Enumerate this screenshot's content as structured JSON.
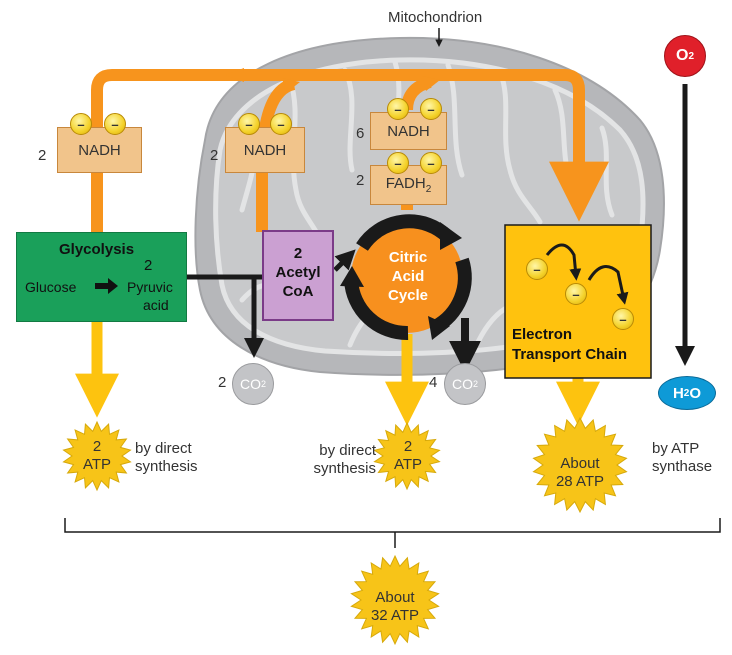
{
  "title": "Mitochondrion",
  "glycolysis": {
    "title": "Glycolysis",
    "count": "2",
    "glucose": "Glucose",
    "pyruvic_line1": "Pyruvic",
    "pyruvic_line2": "acid"
  },
  "acetyl_coa": {
    "line1": "2",
    "line2": "Acetyl",
    "line3": "CoA"
  },
  "citric_acid_cycle": {
    "line1": "Citric",
    "line2": "Acid",
    "line3": "Cycle"
  },
  "etc": {
    "line1": "Electron",
    "line2": "Transport Chain"
  },
  "carriers": [
    {
      "count": "2",
      "label": "NADH"
    },
    {
      "count": "2",
      "label": "NADH"
    },
    {
      "count": "6",
      "label": "NADH"
    },
    {
      "count": "2",
      "label": "FADH",
      "subscript": "2"
    }
  ],
  "electron_symbol": "–",
  "co2": [
    {
      "count": "2",
      "label": "CO",
      "subscript": "2"
    },
    {
      "count": "4",
      "label": "CO",
      "subscript": "2"
    }
  ],
  "oxygen": {
    "label": "O",
    "subscript": "2"
  },
  "water": {
    "label": "H",
    "subscript": "2",
    "suffix": "O"
  },
  "atp_outputs": [
    {
      "line1": "2",
      "line2": "ATP",
      "caption_line1": "by direct",
      "caption_line2": "synthesis"
    },
    {
      "line1": "2",
      "line2": "ATP",
      "caption_line1": "by direct",
      "caption_line2": "synthesis"
    },
    {
      "line1": "About",
      "line2": "28 ATP",
      "caption_line1": "by ATP",
      "caption_line2": "synthase"
    }
  ],
  "total": {
    "line1": "About",
    "line2": "32 ATP"
  },
  "colors": {
    "glycolysis_fill": "#1aa05a",
    "acetyl_fill": "#cba0d2",
    "cycle_fill": "#f7901e",
    "etc_fill": "#ffc20e",
    "mito_fill": "#b6b7ba",
    "orange_arrow": "#f7941d",
    "yellow_arrow": "#fdc30f",
    "oxygen_fill": "#e0202a",
    "water_fill": "#0e9ad7",
    "atp_burst": "#f7c418"
  }
}
